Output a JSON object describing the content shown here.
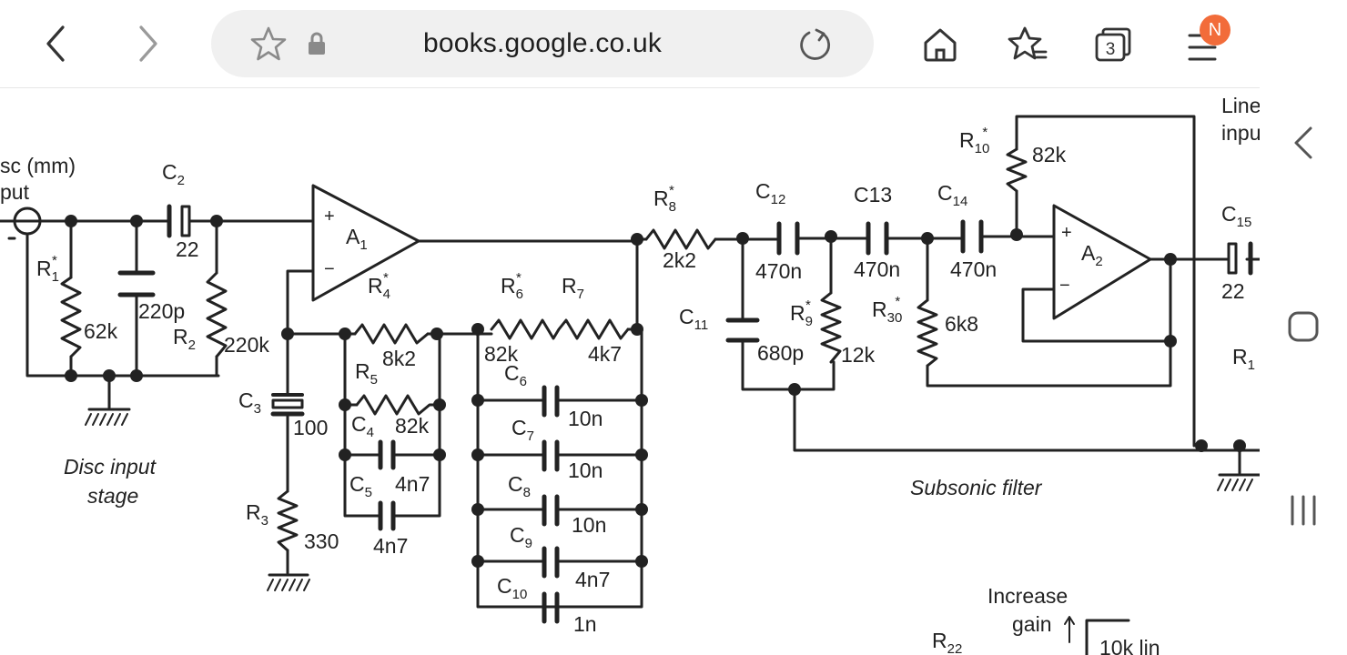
{
  "browser": {
    "url": "books.google.co.uk",
    "tab_count": "3",
    "menu_badge": "N",
    "icons": {
      "back": "chevron-left-icon",
      "forward": "chevron-right-icon",
      "bookmark": "star-icon",
      "lock": "lock-icon",
      "reload": "reload-icon",
      "home": "home-icon",
      "bookmarks": "bookmarks-icon",
      "tabs": "tabs-icon",
      "menu": "menu-icon"
    }
  },
  "schematic": {
    "disc_input_top": "sc (mm)",
    "disc_input_bottom": "put",
    "disc_stage_label_1": "Disc input",
    "disc_stage_label_2": "stage",
    "subsonic_label": "Subsonic filter",
    "line_input_1": "Line",
    "line_input_2": "inpu",
    "increase_gain_1": "Increase",
    "increase_gain_2": "gain",
    "pot_value": "10k lin",
    "r22": "R",
    "r22_sub": "22",
    "opamp1": "A",
    "opamp1_sub": "1",
    "opamp2": "A",
    "opamp2_sub": "2",
    "c2": "C",
    "c2_sub": "2",
    "c2_val": "22",
    "r1": "R",
    "r1_sub": "1",
    "r1_val": "62k",
    "c220": "220p",
    "r2": "R",
    "r2_sub": "2",
    "r2_val": "220k",
    "r4": "R",
    "r4_sub": "4",
    "r4_val": "8k2",
    "r5": "R",
    "r5_sub": "5",
    "r5_val": "82k",
    "r6": "R",
    "r6_sub": "6",
    "r6_val": "82k",
    "r7": "R",
    "r7_sub": "7",
    "r7_val": "4k7",
    "r8": "R",
    "r8_sub": "8",
    "r8_val": "2k2",
    "c3": "C",
    "c3_sub": "3",
    "c3_val": "100",
    "r3": "R",
    "r3_sub": "3",
    "r3_val": "330",
    "c4": "C",
    "c4_sub": "4",
    "c4_val": "4n7",
    "c5": "C",
    "c5_sub": "5",
    "c5_val": "4n7",
    "c6": "C",
    "c6_sub": "6",
    "c6_val": "10n",
    "c7": "C",
    "c7_sub": "7",
    "c7_val": "10n",
    "c8": "C",
    "c8_sub": "8",
    "c8_val": "10n",
    "c9": "C",
    "c9_sub": "9",
    "c9_val": "4n7",
    "c10": "C",
    "c10_sub": "10",
    "c10_val": "1n",
    "c11": "C",
    "c11_sub": "11",
    "c11_val": "680p",
    "c12": "C",
    "c12_sub": "12",
    "c12_val": "470n",
    "c13": "C13",
    "c13_val": "470n",
    "c14": "C",
    "c14_sub": "14",
    "c14_val": "470n",
    "c15": "C",
    "c15_sub": "15",
    "c15_val": "22",
    "r9": "R",
    "r9_sub": "9",
    "r9_val": "12k",
    "r10": "R",
    "r10_sub": "10",
    "r10_val": "82k",
    "r30": "R",
    "r30_sub": "30",
    "r30_val": "6k8",
    "r1x": "R",
    "r1x_sub": "1",
    "star": "*",
    "plus": "+",
    "minus": "−"
  },
  "navigation_bar": {
    "icons": [
      "back-icon",
      "home-icon",
      "recents-icon"
    ]
  }
}
